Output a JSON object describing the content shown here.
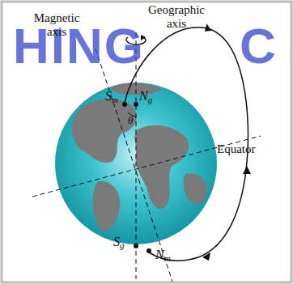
{
  "diagram": {
    "labels": [
      "HING",
      "C",
      "Magnetic axis",
      "Geographic axis",
      "Equator",
      "Sm",
      "Ng",
      "θ",
      "Sg",
      "Nm"
    ]
  }
}
